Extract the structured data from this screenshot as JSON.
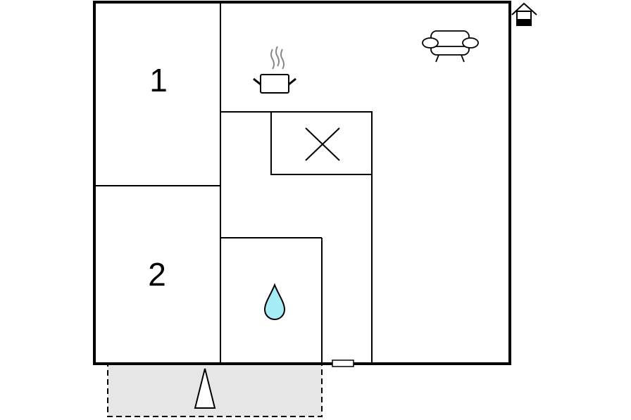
{
  "floorplan": {
    "rooms": [
      {
        "id": "bedroom-1",
        "label": "1"
      },
      {
        "id": "bedroom-2",
        "label": "2"
      }
    ],
    "icons": {
      "kitchen": "cooking-pot-icon",
      "living": "sofa-icon",
      "bathroom": "water-drop-icon",
      "utility": "cross-icon",
      "entrance": "entrance-arrow-icon",
      "house": "house-icon"
    },
    "colors": {
      "wall": "#000000",
      "terrace": "#e6e6e6",
      "water": "#a6ecf7",
      "steam": "#888888"
    }
  }
}
